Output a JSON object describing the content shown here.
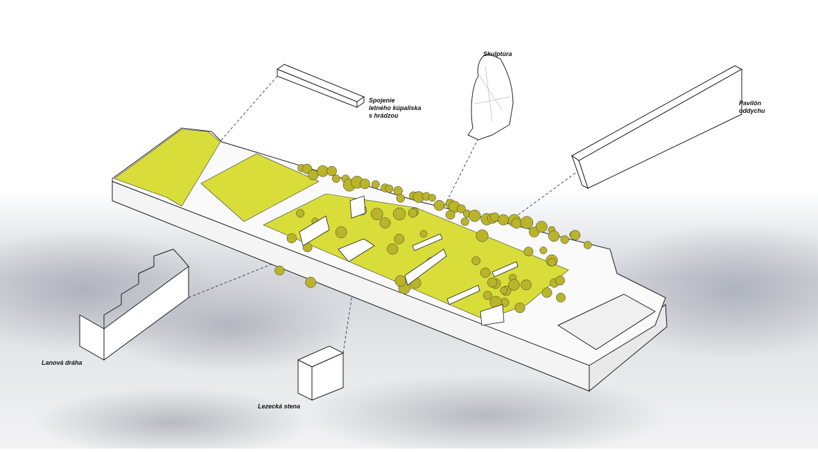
{
  "labels": {
    "connection": "Spojenie\nletného kúpaliska\ns hrádzou",
    "sculpture": "Skulptúra",
    "pavilion": "Pavilón\noddychu",
    "rope_course": "Lanová dráha",
    "climbing_wall": "Lezecká stena"
  },
  "colors": {
    "greenery": "#d9dd3a",
    "tree": "#b9b42a",
    "line": "#1a1a1a",
    "sky_cloud": "#b8bcc4"
  }
}
